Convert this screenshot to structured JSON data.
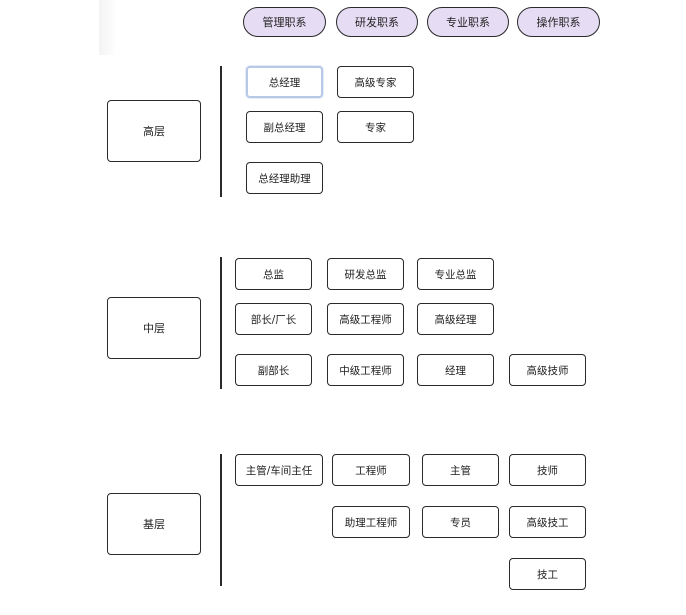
{
  "headers": [
    "管理职系",
    "研发职系",
    "专业职系",
    "操作职系"
  ],
  "levels": {
    "top": {
      "label": "高层",
      "nodes": [
        "总经理",
        "高级专家",
        "副总经理",
        "专家",
        "总经理助理"
      ]
    },
    "middle": {
      "label": "中层",
      "nodes": [
        "总监",
        "研发总监",
        "专业总监",
        "部长/厂长",
        "高级工程师",
        "高级经理",
        "副部长",
        "中级工程师",
        "经理",
        "高级技师"
      ]
    },
    "base": {
      "label": "基层",
      "nodes": [
        "主管/车间主任",
        "工程师",
        "主管",
        "技师",
        "助理工程师",
        "专员",
        "高级技工",
        "技工"
      ]
    }
  }
}
